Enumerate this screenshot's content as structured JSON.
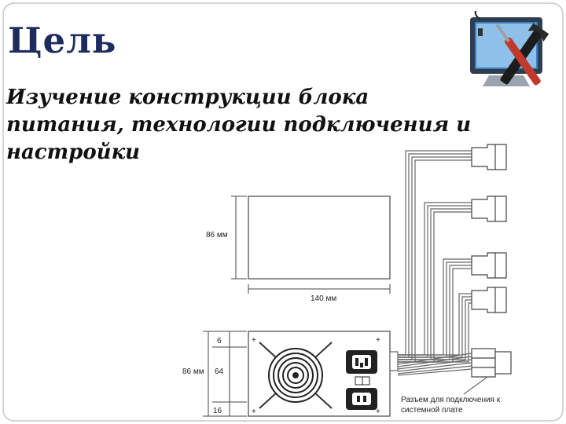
{
  "slide": {
    "title": "Цель",
    "subtitle_lines": [
      "Изучение конструкции блока",
      "питания, технологии подключения и",
      "настройки"
    ]
  },
  "diagram": {
    "height_label_top": "86 мм",
    "width_label": "140 мм",
    "height_label_bottom": "86 мм",
    "seg_top": "6",
    "seg_mid": "64",
    "seg_bot": "16",
    "connector_caption_line1": "Разъем для подключения к",
    "connector_caption_line2": "системной плате"
  },
  "icons": [
    "monitor-repair-icon",
    "fan-icon",
    "power-socket-icon",
    "power-switch-icon"
  ]
}
